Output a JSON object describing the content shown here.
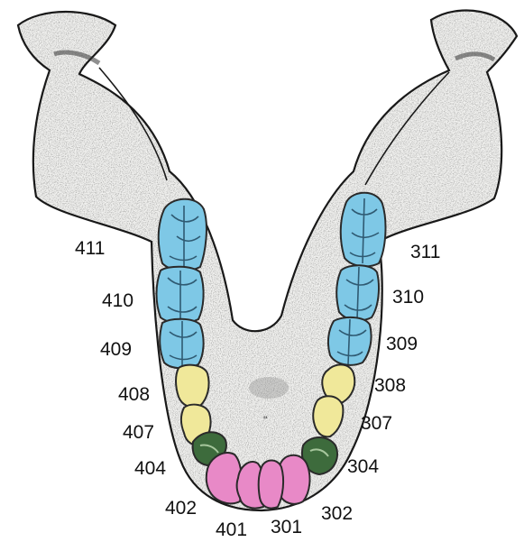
{
  "colors": {
    "bone_fill": "#f1f1ef",
    "bone_outline": "#1a1a1a",
    "molar": "#7ec8e6",
    "premolar_light": "#f0e89a",
    "premolar_dark": "#3d6b3c",
    "incisor": "#e889c7"
  },
  "diagram": {
    "left_side": [
      {
        "id": "411",
        "tooth_type": "molar"
      },
      {
        "id": "410",
        "tooth_type": "molar"
      },
      {
        "id": "409",
        "tooth_type": "molar"
      },
      {
        "id": "408",
        "tooth_type": "premolar"
      },
      {
        "id": "407",
        "tooth_type": "premolar"
      },
      {
        "id": "404",
        "tooth_type": "canine"
      },
      {
        "id": "402",
        "tooth_type": "incisor"
      },
      {
        "id": "401",
        "tooth_type": "incisor"
      }
    ],
    "right_side": [
      {
        "id": "311",
        "tooth_type": "molar"
      },
      {
        "id": "310",
        "tooth_type": "molar"
      },
      {
        "id": "309",
        "tooth_type": "molar"
      },
      {
        "id": "308",
        "tooth_type": "premolar"
      },
      {
        "id": "307",
        "tooth_type": "premolar"
      },
      {
        "id": "304",
        "tooth_type": "canine"
      },
      {
        "id": "302",
        "tooth_type": "incisor"
      },
      {
        "id": "301",
        "tooth_type": "incisor"
      }
    ]
  }
}
